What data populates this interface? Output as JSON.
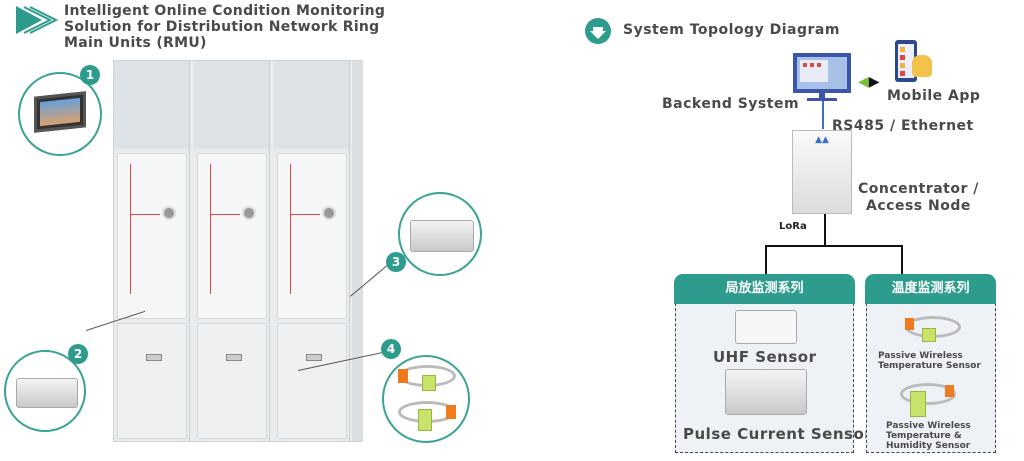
{
  "header": {
    "title_lines": [
      "Intelligent Online Condition Monitoring",
      "Solution for Distribution Network Ring",
      "Main Units (RMU)"
    ]
  },
  "callouts": [
    "1",
    "2",
    "3",
    "4"
  ],
  "topology": {
    "title": "System Topology Diagram",
    "backend": "Backend System",
    "mobile": "Mobile App",
    "link": "RS485 / Ethernet",
    "concentrator_lines": [
      "Concentrator /",
      "Access Node"
    ],
    "lora": "LoRa",
    "groups": [
      {
        "header": "局放监测系列",
        "items": [
          "UHF Sensor",
          "Pulse Current Sensor"
        ]
      },
      {
        "header": "温度监测系列",
        "items": [
          [
            "Passive Wireless",
            "Temperature Sensor"
          ],
          [
            "Passive Wireless",
            "Temperature &",
            "Humidity Sensor"
          ]
        ]
      }
    ]
  },
  "colors": {
    "accent": "#2e9c8c",
    "link_line": "#3f6fc4"
  }
}
